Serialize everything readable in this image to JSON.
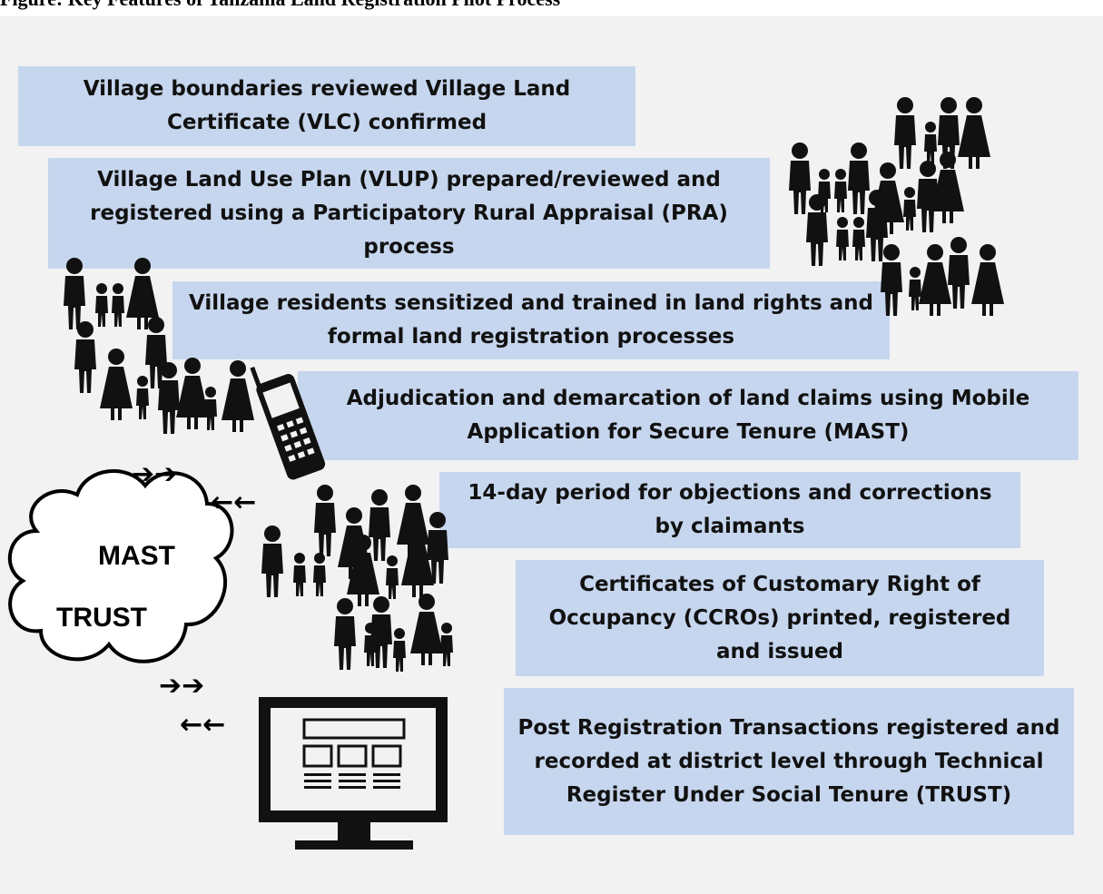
{
  "heading": "Figure: Key Features of Tanzania Land Registration Pilot Process",
  "colors": {
    "panel": "#f2f2f2",
    "step_box": "#c6d6ee",
    "silhouette": "#111111"
  },
  "cloud": {
    "label_top": "MAST",
    "label_bottom": "TRUST"
  },
  "arrows": {
    "right": "➔➔",
    "left": "←←"
  },
  "steps": [
    {
      "lines": [
        "Village boundaries reviewed Village Land",
        "Certificate (VLC) confirmed"
      ]
    },
    {
      "lines": [
        "Village Land Use Plan (VLUP) prepared/reviewed and",
        "registered using a Participatory Rural Appraisal (PRA)",
        "process"
      ]
    },
    {
      "lines": [
        "Village residents sensitized and trained in land rights and",
        "formal land registration processes"
      ]
    },
    {
      "lines": [
        "Adjudication and demarcation of land claims using Mobile",
        "Application for Secure Tenure (MAST)"
      ]
    },
    {
      "lines": [
        "14-day period for objections and corrections",
        "by claimants"
      ]
    },
    {
      "lines": [
        "Certificates of Customary Right of",
        "Occupancy (CCROs) printed, registered",
        "and issued"
      ]
    },
    {
      "lines": [
        "Post Registration Transactions registered and",
        "recorded at district level through Technical",
        "Register Under Social Tenure (TRUST)"
      ]
    }
  ],
  "icons": [
    "people-group-icon",
    "mobile-phone-icon",
    "computer-monitor-icon",
    "cloud-icon",
    "arrow-icon"
  ]
}
